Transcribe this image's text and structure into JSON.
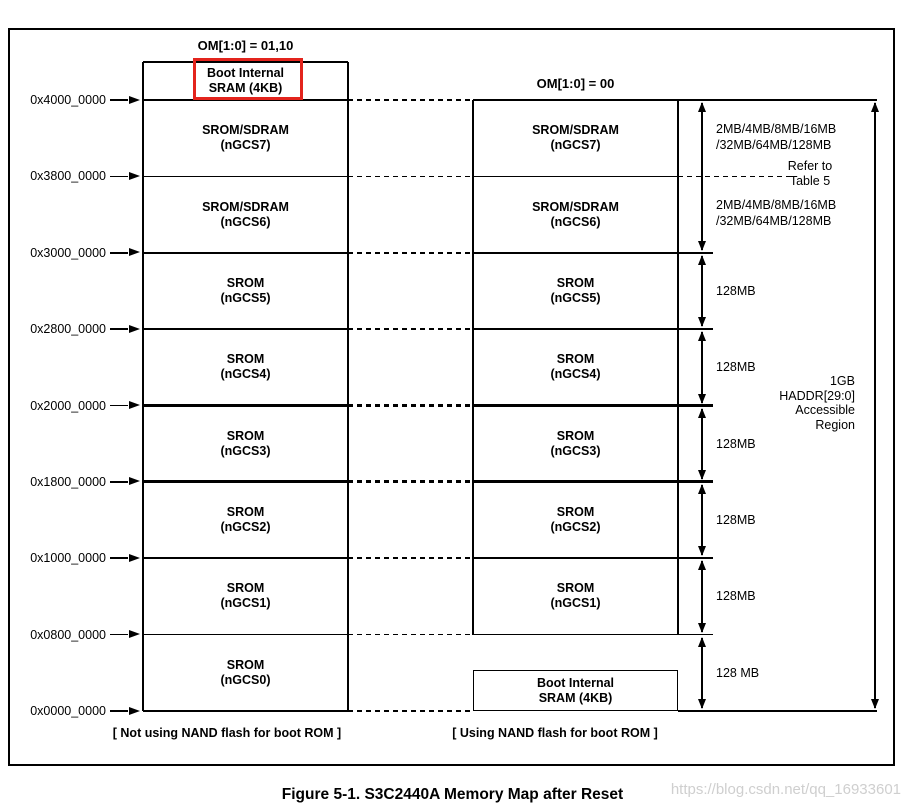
{
  "diagram": {
    "left_map": {
      "om_label": "OM[1:0] = 01,10",
      "boot_block": [
        "Boot Internal",
        "SRAM (4KB)"
      ],
      "blocks": [
        [
          "SROM/SDRAM",
          "(nGCS7)"
        ],
        [
          "SROM/SDRAM",
          "(nGCS6)"
        ],
        [
          "SROM",
          "(nGCS5)"
        ],
        [
          "SROM",
          "(nGCS4)"
        ],
        [
          "SROM",
          "(nGCS3)"
        ],
        [
          "SROM",
          "(nGCS2)"
        ],
        [
          "SROM",
          "(nGCS1)"
        ],
        [
          "SROM",
          "(nGCS0)"
        ]
      ],
      "caption": "[ Not using NAND flash for boot ROM ]"
    },
    "right_map": {
      "om_label": "OM[1:0] = 00",
      "blocks": [
        [
          "SROM/SDRAM",
          "(nGCS7)"
        ],
        [
          "SROM/SDRAM",
          "(nGCS6)"
        ],
        [
          "SROM",
          "(nGCS5)"
        ],
        [
          "SROM",
          "(nGCS4)"
        ],
        [
          "SROM",
          "(nGCS3)"
        ],
        [
          "SROM",
          "(nGCS2)"
        ],
        [
          "SROM",
          "(nGCS1)"
        ]
      ],
      "boot_block": [
        "Boot Internal",
        "SRAM (4KB)"
      ],
      "caption": "[ Using NAND flash for boot ROM ]"
    },
    "addresses": [
      "0x4000_0000",
      "0x3800_0000",
      "0x3000_0000",
      "0x2800_0000",
      "0x2000_0000",
      "0x1800_0000",
      "0x1000_0000",
      "0x0800_0000",
      "0x0000_0000"
    ],
    "size_annotations": {
      "bank_sizes": [
        [
          "2MB/4MB/8MB/16MB",
          "/32MB/64MB/128MB"
        ],
        [
          "2MB/4MB/8MB/16MB",
          "/32MB/64MB/128MB"
        ]
      ],
      "refer_note": [
        "Refer to",
        "Table 5"
      ],
      "block_sizes": [
        "128MB",
        "128MB",
        "128MB",
        "128MB",
        "128MB",
        "128 MB"
      ],
      "total_region": [
        "1GB",
        "HADDR[29:0]",
        "Accessible",
        "Region"
      ]
    },
    "emphasized_boundaries": [
      4,
      5
    ]
  },
  "figure_caption": "Figure 5-1. S3C2440A Memory Map after Reset",
  "watermark": "https://blog.csdn.net/qq_16933601",
  "colors": {
    "highlight": "#e3241d",
    "watermark": "#cfcfcf",
    "line": "#000000"
  }
}
